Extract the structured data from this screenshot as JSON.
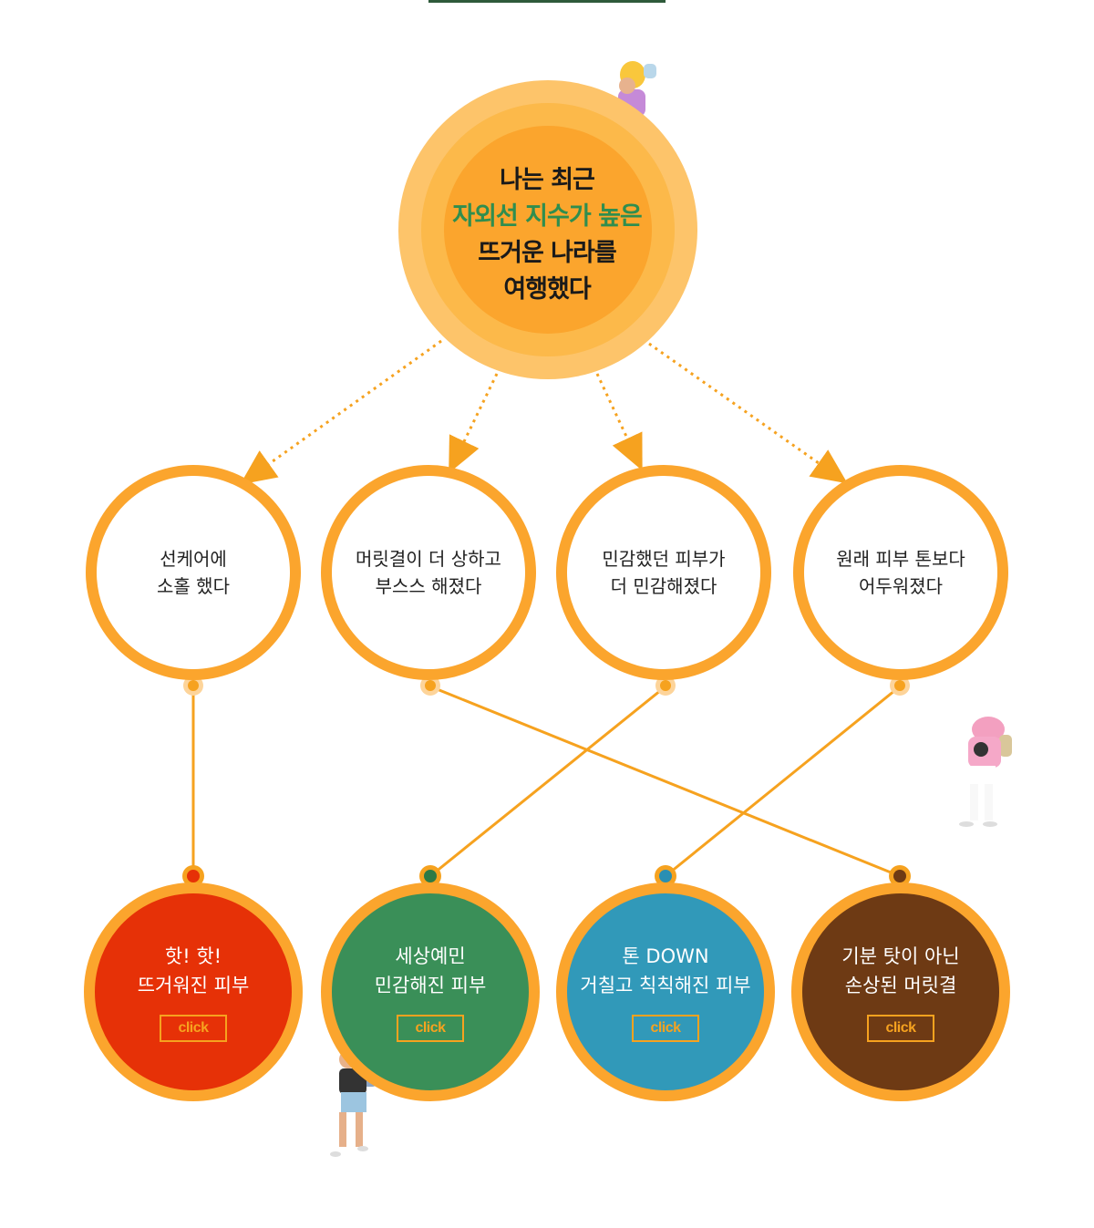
{
  "hub": {
    "line1": "나는 최근",
    "line2": "자외선 지수가 높은",
    "line3": "뜨거운 나라를",
    "line4": "여행했다"
  },
  "causes": [
    {
      "line1": "선케어에",
      "line2": "소홀 했다"
    },
    {
      "line1": "머릿결이 더 상하고",
      "line2": "부스스 해졌다"
    },
    {
      "line1": "민감했던 피부가",
      "line2": "더 민감해졌다"
    },
    {
      "line1": "원래 피부 톤보다",
      "line2": "어두워졌다"
    }
  ],
  "results": [
    {
      "line1": "핫! 핫!",
      "line2": "뜨거워진 피부",
      "button": "click",
      "color": "#e63107",
      "dot": "#e63107"
    },
    {
      "line1": "세상예민",
      "line2": "민감해진 피부",
      "button": "click",
      "color": "#3a8f58",
      "dot": "#2c7a46"
    },
    {
      "line1": "톤 DOWN",
      "line2": "거칠고 칙칙해진 피부",
      "button": "click",
      "color": "#3199b9",
      "dot": "#2a8fb3"
    },
    {
      "line1": "기분 탓이 아닌",
      "line2": "손상된 머릿결",
      "button": "click",
      "color": "#6e3a14",
      "dot": "#6e3a14"
    }
  ],
  "colors": {
    "accent": "#fba52d",
    "highlight": "#2f8e4f"
  },
  "icons": [
    "traveler-figure-top",
    "traveler-figure-right",
    "traveler-figure-bottom"
  ]
}
